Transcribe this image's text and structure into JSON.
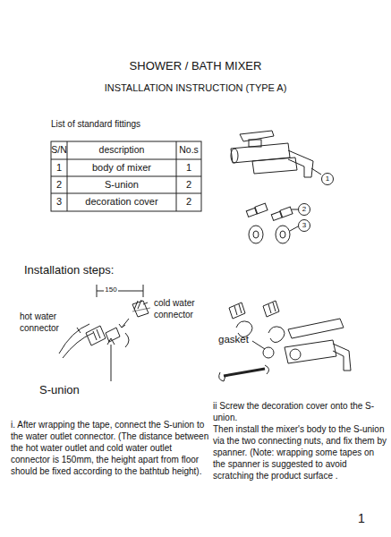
{
  "diagram": {
    "title": "SHOWER / BATH MIXER",
    "nodes": [
      {
        "text": [
          "1"
        ]
      },
      {
        "text": [
          "2"
        ]
      },
      {
        "text": [
          "3"
        ]
      }
    ],
    "labels": [
      "INSTALLATION INSTRUCTION (TYPE A)",
      "List of standard fittings",
      "S/N",
      "description",
      "No.s",
      "1",
      "body of mixer",
      "1",
      "2",
      "S-union",
      "2",
      "3",
      "decoration cover",
      "2",
      "Installation steps:",
      "150",
      "cold water connector",
      "hot water connector",
      "S-union",
      "gasket",
      "i. After wrapping the tape, connect the S-union to the water outlet connector. (The distance between the hot water outlet and cold water outlet connector is 150mm, the height apart from floor should be fixed according to the bathtub height).",
      "ii Screw the decoration cover onto the S-union.",
      "Then install the mixer's body to the S-union via the two connecting nuts, and fix them by spanner. (Note: wrapping some tapes on the spanner is suggested to avoid scratching the product surface .",
      "1"
    ]
  }
}
